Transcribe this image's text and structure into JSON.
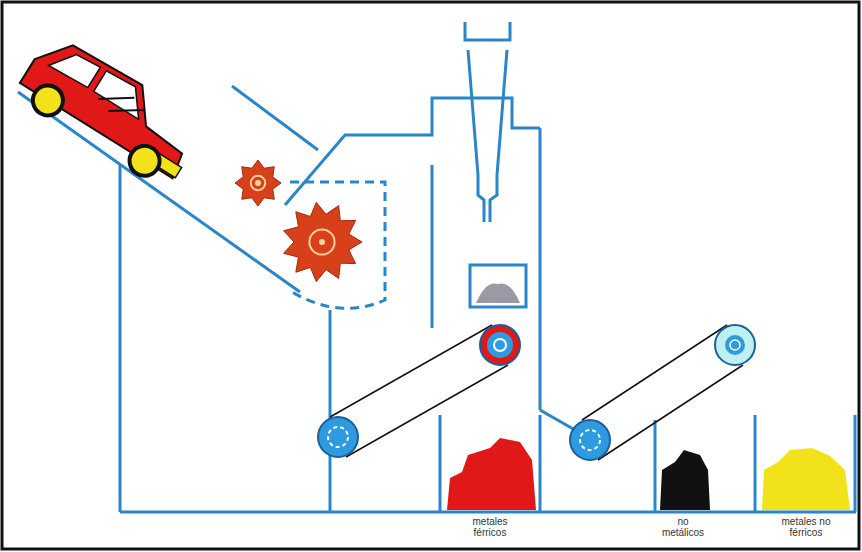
{
  "diagram": {
    "labels": [
      "metales férricos",
      "no metálicos",
      "metales no férricos"
    ]
  }
}
